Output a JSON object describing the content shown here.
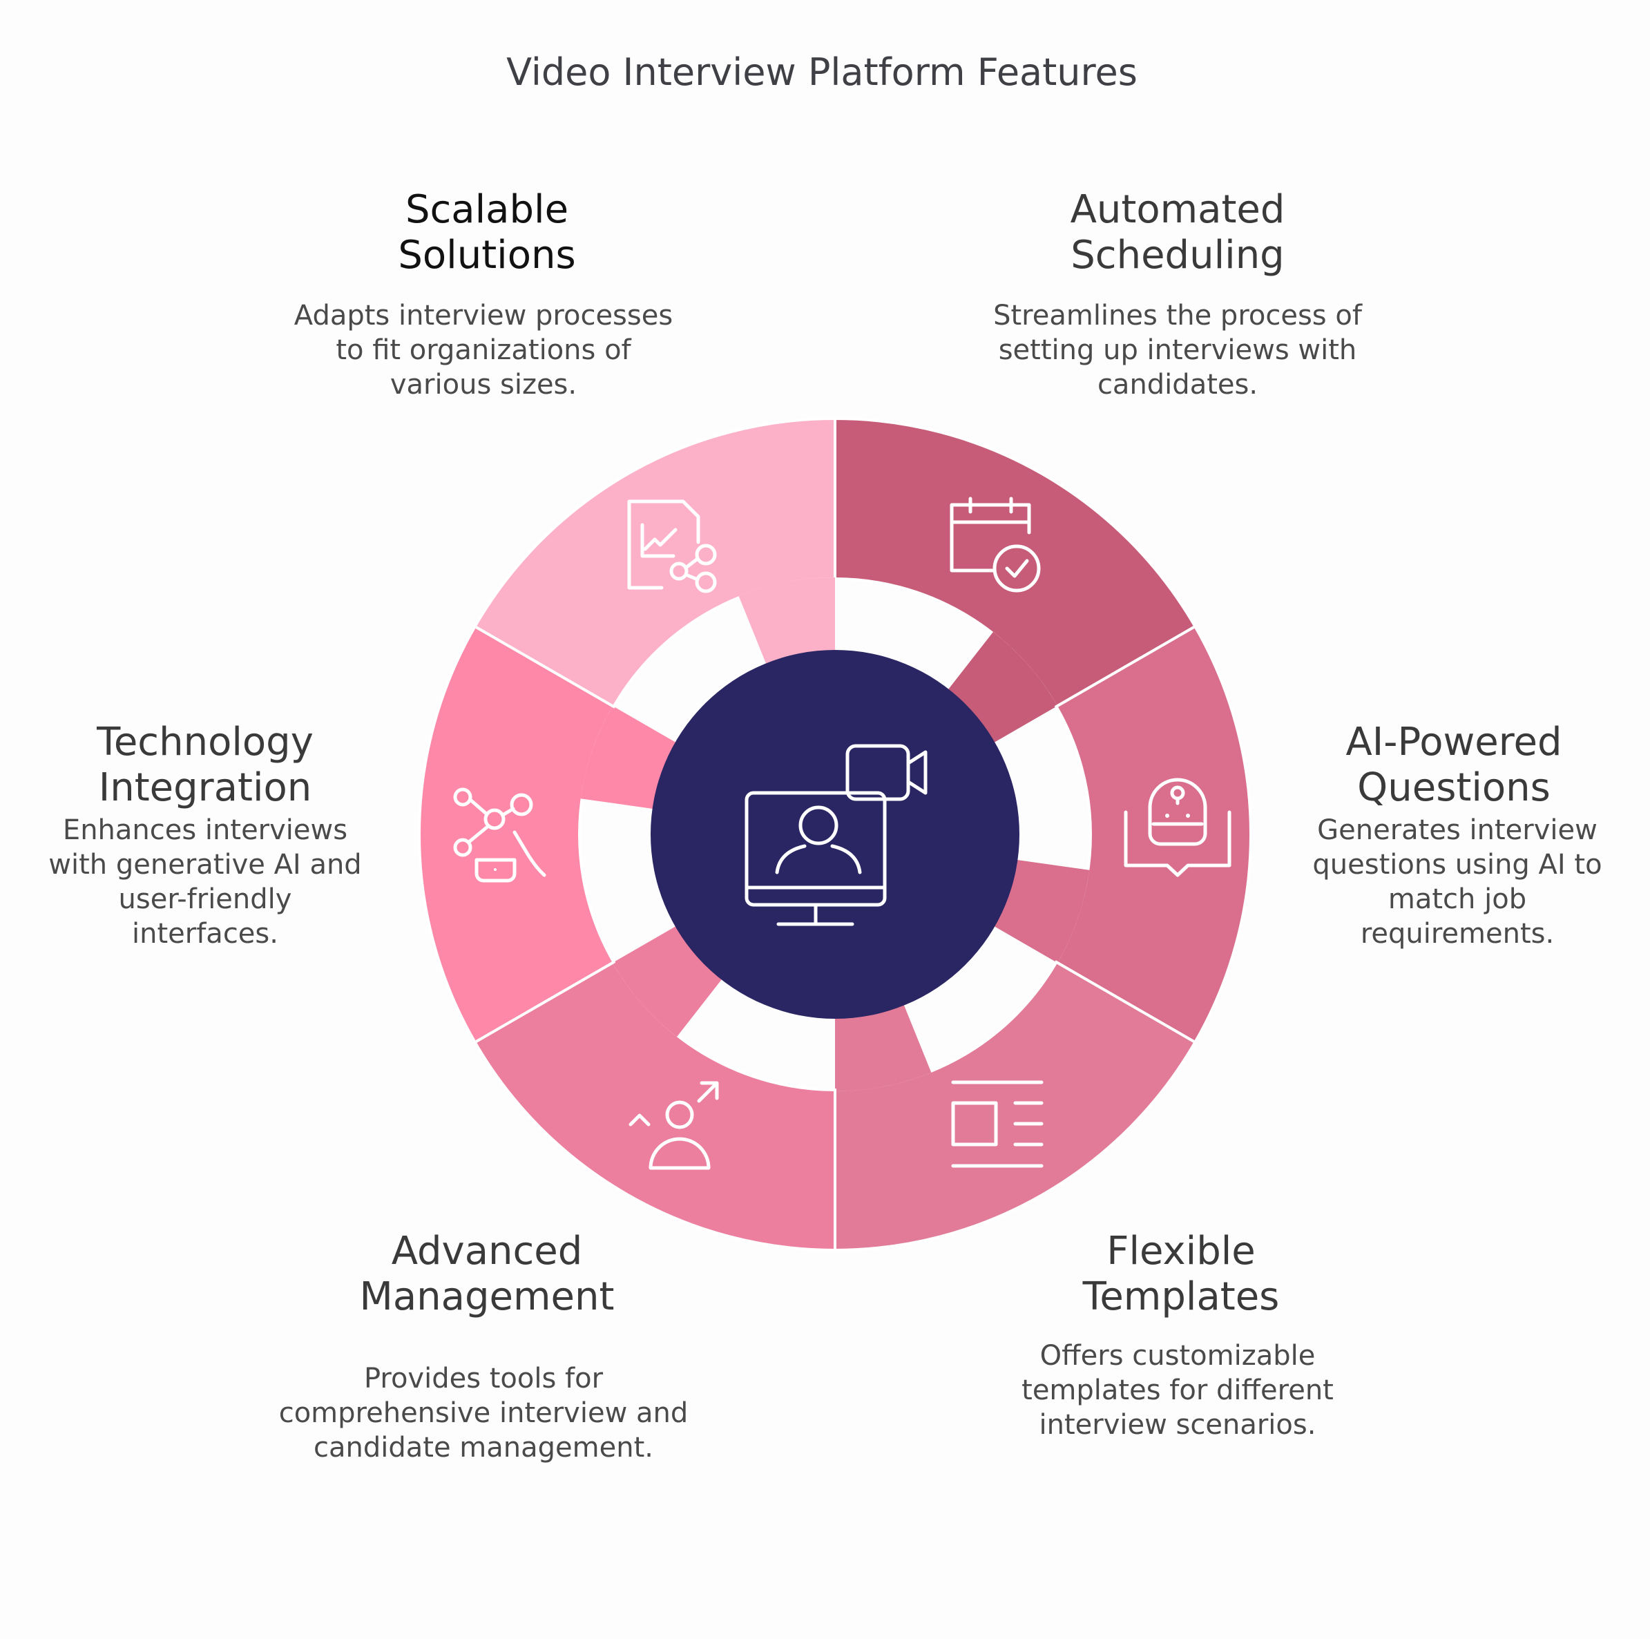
{
  "title": "Video Interview Platform Features",
  "center": {
    "icon": "video-call-monitor-icon",
    "color": "#2a2664"
  },
  "segments": [
    {
      "key": "automated-scheduling",
      "heading": [
        "Automated",
        "Scheduling"
      ],
      "description": [
        "Streamlines the process of",
        "setting up interviews with",
        "candidates."
      ],
      "icon": "calendar-check-icon",
      "color": "#c75c78"
    },
    {
      "key": "ai-powered-questions",
      "heading": [
        "AI-Powered",
        "Questions"
      ],
      "description": [
        "Generates interview",
        "questions using AI to",
        "match job",
        "requirements."
      ],
      "icon": "robot-book-icon",
      "color": "#d96f8d"
    },
    {
      "key": "flexible-templates",
      "heading": [
        "Flexible",
        "Templates"
      ],
      "description": [
        "Offers customizable",
        "templates for different",
        "interview scenarios."
      ],
      "icon": "layout-template-icon",
      "color": "#e27b98"
    },
    {
      "key": "advanced-management",
      "heading": [
        "Advanced",
        "Management"
      ],
      "description": [
        "Provides tools for",
        "comprehensive interview and",
        "candidate management."
      ],
      "icon": "person-growth-icon",
      "color": "#ec7e9e"
    },
    {
      "key": "technology-integration",
      "heading": [
        "Technology",
        "Integration"
      ],
      "description": [
        "Enhances interviews",
        "with generative AI and",
        "user-friendly",
        "interfaces."
      ],
      "icon": "network-touch-icon",
      "color": "#fe88a8"
    },
    {
      "key": "scalable-solutions",
      "heading": [
        "Scalable",
        "Solutions"
      ],
      "description": [
        "Adapts interview processes",
        "to fit organizations of",
        "various sizes."
      ],
      "icon": "document-chart-share-icon",
      "color": "#fdb1c9"
    }
  ]
}
